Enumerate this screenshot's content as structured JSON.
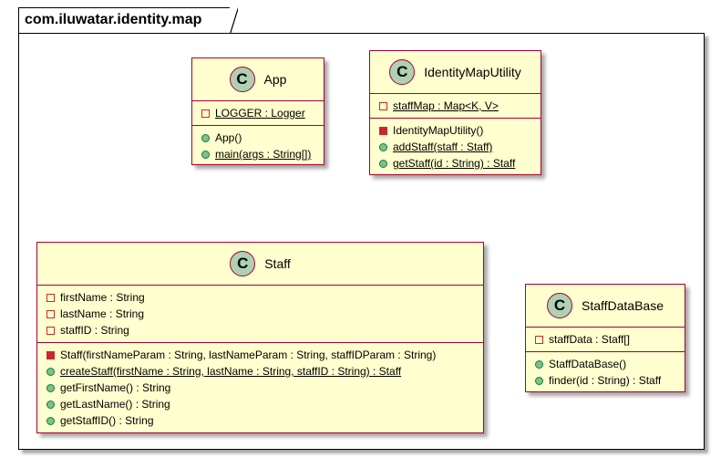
{
  "package": {
    "name": "com.iluwatar.identity.map"
  },
  "classes": [
    {
      "name": "App",
      "stereotype": "C",
      "fields": [
        {
          "text": "LOGGER : Logger",
          "visibility": "private",
          "static": true
        }
      ],
      "methods": [
        {
          "text": "App()",
          "visibility": "public",
          "static": false
        },
        {
          "text": "main(args : String[])",
          "visibility": "public",
          "static": true
        }
      ]
    },
    {
      "name": "IdentityMapUtility",
      "stereotype": "C",
      "fields": [
        {
          "text": "staffMap : Map<K, V>",
          "visibility": "private",
          "static": true
        }
      ],
      "methods": [
        {
          "text": "IdentityMapUtility()",
          "visibility": "private",
          "static": false
        },
        {
          "text": "addStaff(staff : Staff)",
          "visibility": "public",
          "static": true
        },
        {
          "text": "getStaff(id : String) : Staff",
          "visibility": "public",
          "static": true
        }
      ]
    },
    {
      "name": "Staff",
      "stereotype": "C",
      "fields": [
        {
          "text": "firstName : String",
          "visibility": "private",
          "static": false
        },
        {
          "text": "lastName : String",
          "visibility": "private",
          "static": false
        },
        {
          "text": "staffID : String",
          "visibility": "private",
          "static": false
        }
      ],
      "methods": [
        {
          "text": "Staff(firstNameParam : String, lastNameParam : String, staffIDParam : String)",
          "visibility": "private",
          "static": false
        },
        {
          "text": "createStaff(firstName : String, lastName : String, staffID : String) : Staff",
          "visibility": "public",
          "static": true
        },
        {
          "text": "getFirstName() : String",
          "visibility": "public",
          "static": false
        },
        {
          "text": "getLastName() : String",
          "visibility": "public",
          "static": false
        },
        {
          "text": "getStaffID() : String",
          "visibility": "public",
          "static": false
        }
      ]
    },
    {
      "name": "StaffDataBase",
      "stereotype": "C",
      "fields": [
        {
          "text": "staffData : Staff[]",
          "visibility": "private",
          "static": false
        }
      ],
      "methods": [
        {
          "text": "StaffDataBase()",
          "visibility": "public",
          "static": false
        },
        {
          "text": "finder(id : String) : Staff",
          "visibility": "public",
          "static": false
        }
      ]
    }
  ],
  "colors": {
    "class_fill": "#fefece",
    "class_border": "#a80036",
    "circle_fill": "#add1b2",
    "private_marker": "#c82930",
    "public_marker": "#84be84"
  }
}
